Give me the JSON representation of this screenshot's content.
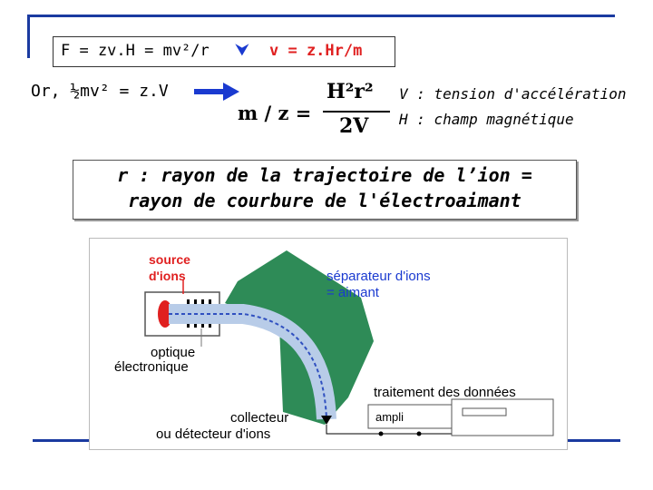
{
  "formula_box": {
    "left": "F = zv.H = mv²/r",
    "arrow_symbol": "⮟",
    "right": "v = z.Hr/m"
  },
  "second_line": {
    "text": "Or, ½mv² = z.V"
  },
  "main_formula": {
    "lhs": "m / z =",
    "numerator": "H²r²",
    "denominator": "2V"
  },
  "legend": {
    "v_def": "V : tension d'accélération",
    "h_def": "H : champ magnétique"
  },
  "definition": {
    "line1": "r : rayon de la trajectoire de l’ion =",
    "line2": "rayon de courbure de l'électroaimant"
  },
  "diagram": {
    "source_label_1": "source",
    "source_label_2": "d'ions",
    "separator_label_1": "séparateur d'ions",
    "separator_label_2": "= aimant",
    "optics_label_1": "optique",
    "optics_label_2": "électronique",
    "processing_label": "traitement des données",
    "ampli_label": "ampli",
    "collector_label_1": "collecteur",
    "collector_label_2": "ou détecteur d'ions"
  },
  "colors": {
    "accent_line": "#1a3aa0",
    "magnet_green": "#2e8b57",
    "label_red": "#e02020",
    "label_blue": "#1a3ad0",
    "beam_blue": "#b8cce8"
  },
  "icons": {
    "implies_arrow": "arrow-down-icon",
    "result_arrow": "arrow-right-icon",
    "detector": "triangle-down-icon"
  }
}
